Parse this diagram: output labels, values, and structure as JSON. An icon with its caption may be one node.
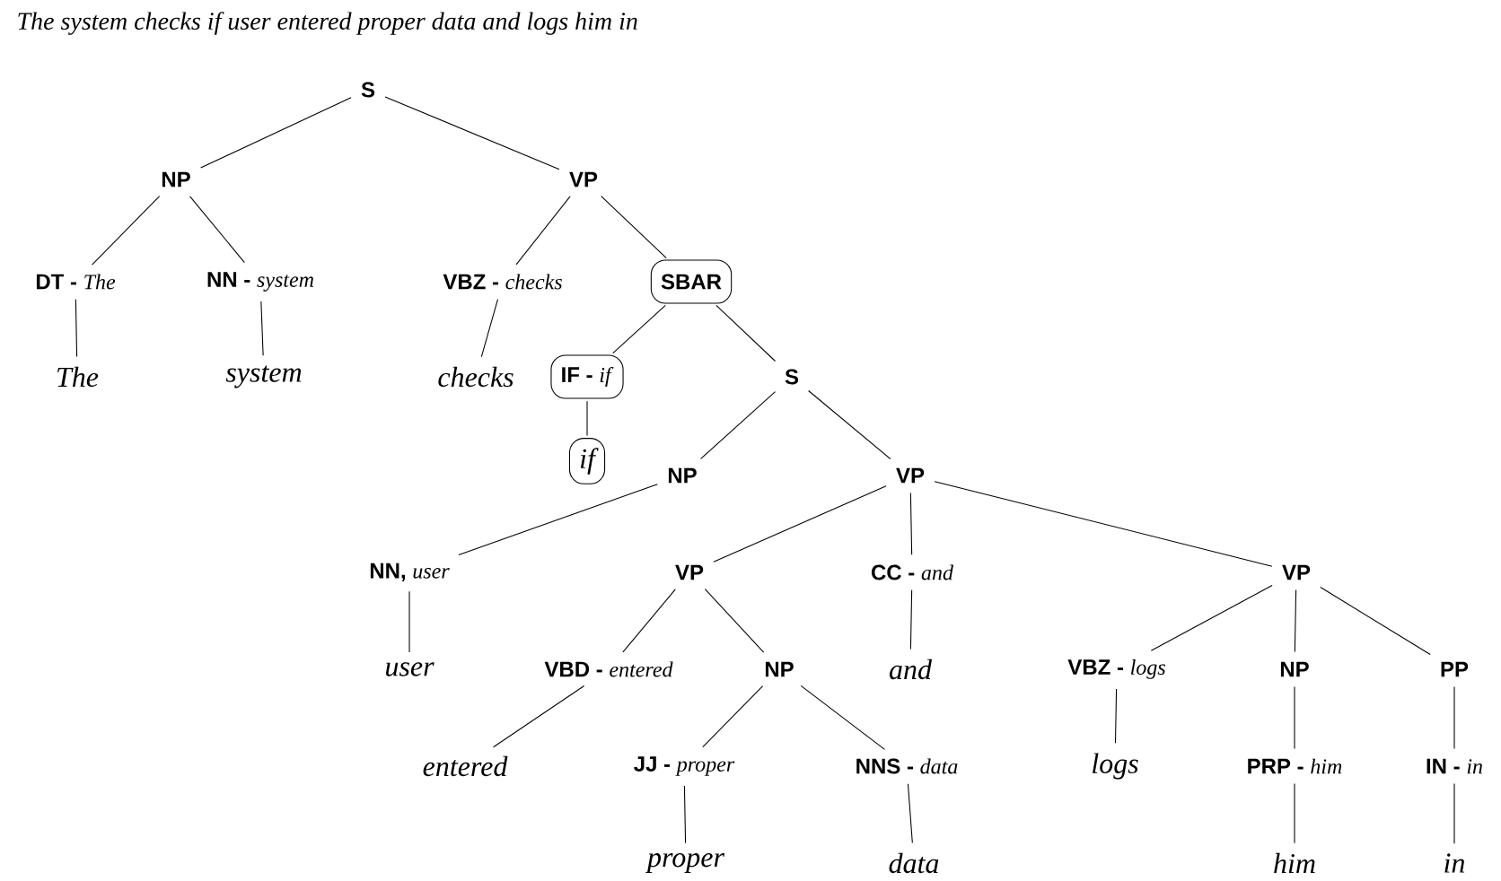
{
  "diagram": {
    "title": "The system checks if user entered proper data and logs him in",
    "nodes": [
      {
        "text": [
          "S"
        ]
      },
      {
        "text": [
          "NP"
        ]
      },
      {
        "text": [
          "VP"
        ]
      },
      {
        "text": [
          "**DT -** *The*"
        ]
      },
      {
        "text": [
          "**NN -** *system*"
        ]
      },
      {
        "text": [
          "**VBZ -** *checks*"
        ]
      },
      {
        "text": [
          "SBAR"
        ]
      },
      {
        "text": [
          "The"
        ]
      },
      {
        "text": [
          "system"
        ]
      },
      {
        "text": [
          "checks"
        ]
      },
      {
        "text": [
          "**IF -** *if*"
        ]
      },
      {
        "text": [
          "S"
        ]
      },
      {
        "text": [
          "if"
        ]
      },
      {
        "text": [
          "NP"
        ]
      },
      {
        "text": [
          "VP"
        ]
      },
      {
        "text": [
          "**NN,** *user*"
        ]
      },
      {
        "text": [
          "VP"
        ]
      },
      {
        "text": [
          "**CC -** *and*"
        ]
      },
      {
        "text": [
          "VP"
        ]
      },
      {
        "text": [
          "user"
        ]
      },
      {
        "text": [
          "**VBD -** *entered*"
        ]
      },
      {
        "text": [
          "NP"
        ]
      },
      {
        "text": [
          "and"
        ]
      },
      {
        "text": [
          "**VBZ -** *logs*"
        ]
      },
      {
        "text": [
          "NP"
        ]
      },
      {
        "text": [
          "PP"
        ]
      },
      {
        "text": [
          "entered"
        ]
      },
      {
        "text": [
          "**JJ -** *proper*"
        ]
      },
      {
        "text": [
          "**NNS -** *data*"
        ]
      },
      {
        "text": [
          "logs"
        ]
      },
      {
        "text": [
          "**PRP -** *him*"
        ]
      },
      {
        "text": [
          "**IN -** *in*"
        ]
      },
      {
        "text": [
          "proper"
        ]
      },
      {
        "text": [
          "data"
        ]
      },
      {
        "text": [
          "him"
        ]
      },
      {
        "text": [
          "in"
        ]
      }
    ],
    "edges": [
      {
        "from": 0,
        "to": 1,
        "arrow": "none"
      },
      {
        "from": 0,
        "to": 2,
        "arrow": "none"
      },
      {
        "from": 1,
        "to": 3,
        "arrow": "none"
      },
      {
        "from": 1,
        "to": 4,
        "arrow": "none"
      },
      {
        "from": 2,
        "to": 5,
        "arrow": "none"
      },
      {
        "from": 2,
        "to": 6,
        "arrow": "none"
      },
      {
        "from": 3,
        "to": 7,
        "arrow": "none"
      },
      {
        "from": 4,
        "to": 8,
        "arrow": "none"
      },
      {
        "from": 5,
        "to": 9,
        "arrow": "none"
      },
      {
        "from": 6,
        "to": 10,
        "arrow": "none"
      },
      {
        "from": 6,
        "to": 11,
        "arrow": "none"
      },
      {
        "from": 10,
        "to": 12,
        "arrow": "none"
      },
      {
        "from": 11,
        "to": 13,
        "arrow": "none"
      },
      {
        "from": 11,
        "to": 14,
        "arrow": "none"
      },
      {
        "from": 13,
        "to": 15,
        "arrow": "none"
      },
      {
        "from": 14,
        "to": 16,
        "arrow": "none"
      },
      {
        "from": 14,
        "to": 17,
        "arrow": "none"
      },
      {
        "from": 14,
        "to": 18,
        "arrow": "none"
      },
      {
        "from": 15,
        "to": 19,
        "arrow": "none"
      },
      {
        "from": 16,
        "to": 20,
        "arrow": "none"
      },
      {
        "from": 16,
        "to": 21,
        "arrow": "none"
      },
      {
        "from": 17,
        "to": 22,
        "arrow": "none"
      },
      {
        "from": 18,
        "to": 23,
        "arrow": "none"
      },
      {
        "from": 18,
        "to": 24,
        "arrow": "none"
      },
      {
        "from": 18,
        "to": 25,
        "arrow": "none"
      },
      {
        "from": 20,
        "to": 26,
        "arrow": "none"
      },
      {
        "from": 21,
        "to": 27,
        "arrow": "none"
      },
      {
        "from": 21,
        "to": 28,
        "arrow": "none"
      },
      {
        "from": 23,
        "to": 29,
        "arrow": "none"
      },
      {
        "from": 24,
        "to": 30,
        "arrow": "none"
      },
      {
        "from": 25,
        "to": 31,
        "arrow": "none"
      },
      {
        "from": 27,
        "to": 32,
        "arrow": "none"
      },
      {
        "from": 28,
        "to": 33,
        "arrow": "none"
      },
      {
        "from": 30,
        "to": 34,
        "arrow": "none"
      },
      {
        "from": 31,
        "to": 35,
        "arrow": "none"
      }
    ]
  }
}
